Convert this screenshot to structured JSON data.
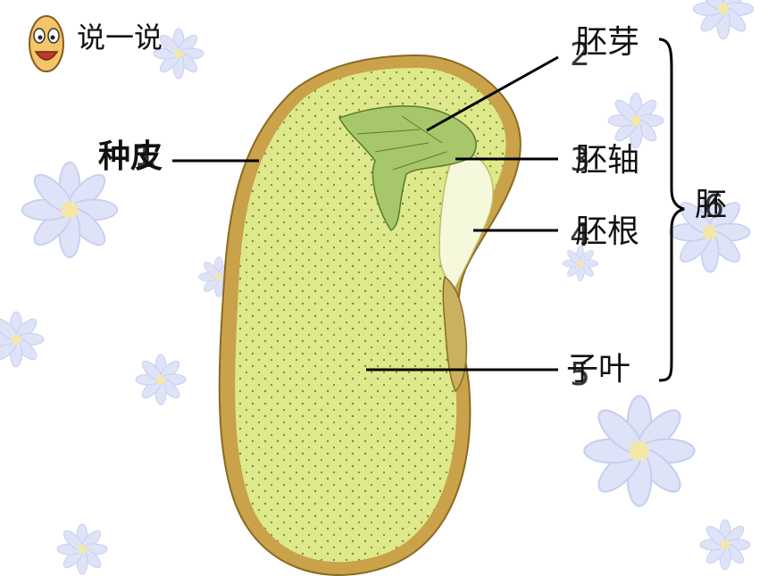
{
  "header": {
    "title": "说一说",
    "icon": "smiley-face-icon"
  },
  "labels": {
    "seed_coat": {
      "text": "种皮",
      "number": "1"
    },
    "plumule": {
      "text": "胚芽",
      "number": "2"
    },
    "hypocotyl": {
      "text": "胚轴",
      "number": "3"
    },
    "radicle": {
      "text": "胚根",
      "number": "4"
    },
    "cotyledon": {
      "text": "子叶",
      "number": "5"
    },
    "embryo": {
      "text": "胚",
      "number": "6"
    }
  },
  "colors": {
    "seed_coat": "#c9a24a",
    "cotyledon": "#dde98a",
    "plumule": "#a7c86a",
    "radicle": "#f6f8dc",
    "background_flower": "#d7dcf5"
  }
}
